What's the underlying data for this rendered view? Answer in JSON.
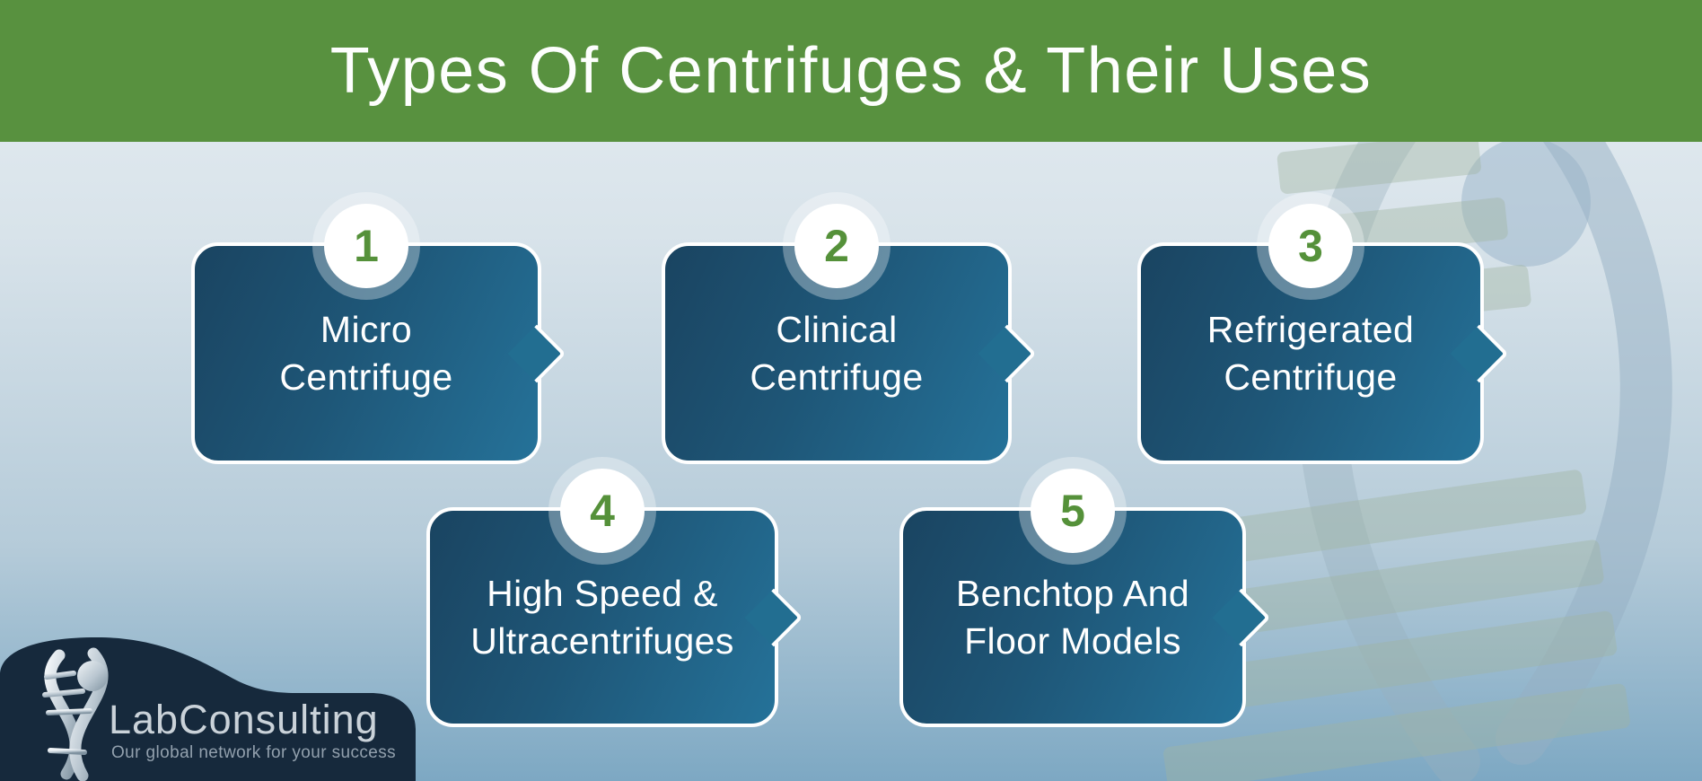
{
  "header": {
    "title": "Types Of Centrifuges & Their Uses"
  },
  "cards": [
    {
      "number": "1",
      "lines": [
        "Micro",
        "Centrifuge"
      ]
    },
    {
      "number": "2",
      "lines": [
        "Clinical",
        "Centrifuge"
      ]
    },
    {
      "number": "3",
      "lines": [
        "Refrigerated",
        "Centrifuge"
      ]
    },
    {
      "number": "4",
      "lines": [
        "High Speed &",
        "Ultracentrifuges"
      ]
    },
    {
      "number": "5",
      "lines": [
        "Benchtop And",
        "Floor Models"
      ]
    }
  ],
  "logo": {
    "name": "LabConsulting",
    "tagline": "Our global network for your success"
  },
  "colors": {
    "header_green": "#58913f",
    "number_green": "#55913a",
    "card_gradient_start": "#1a4461",
    "card_gradient_end": "#257299",
    "card_border": "#ffffff",
    "background_top": "#e7eef3",
    "background_bottom": "#7da8c3",
    "logo_navy": "#16293c"
  }
}
